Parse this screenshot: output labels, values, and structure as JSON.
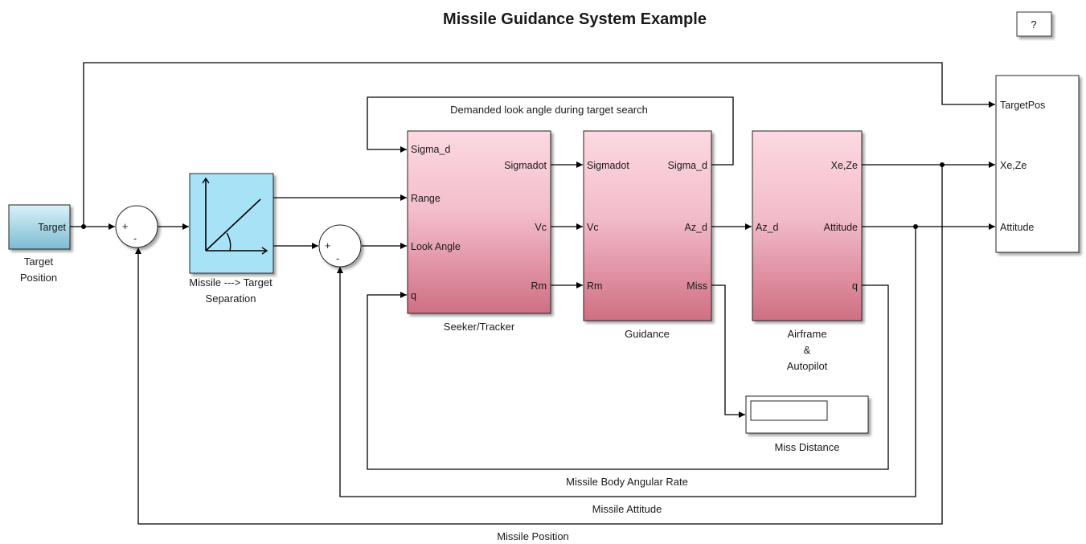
{
  "title": "Missile Guidance System Example",
  "help_button": "?",
  "colors": {
    "subsystem_top": "#fcd9e1",
    "subsystem_bottom": "#cf6f82",
    "separation_fill": "#a8e2f6",
    "target_top": "#d9f1f7",
    "target_bottom": "#7dbcd3"
  },
  "blocks": {
    "target": {
      "port_out": "Target",
      "label_1": "Target",
      "label_2": "Position"
    },
    "separation": {
      "label_1": "Missile ---> Target",
      "label_2": "Separation"
    },
    "seeker": {
      "label": "Seeker/Tracker",
      "in_sigma_d": "Sigma_d",
      "in_range": "Range",
      "in_look_angle": "Look Angle",
      "in_q": "q",
      "out_sigmadot": "Sigmadot",
      "out_vc": "Vc",
      "out_rm": "Rm"
    },
    "guidance": {
      "label": "Guidance",
      "in_sigmadot": "Sigmadot",
      "in_vc": "Vc",
      "in_rm": "Rm",
      "out_sigma_d": "Sigma_d",
      "out_az_d": "Az_d",
      "out_miss": "Miss"
    },
    "airframe": {
      "label_1": "Airframe",
      "label_2": "&",
      "label_3": "Autopilot",
      "in_az_d": "Az_d",
      "out_xeze": "Xe,Ze",
      "out_attitude": "Attitude",
      "out_q": "q"
    },
    "scope": {
      "in_targetpos": "TargetPos",
      "in_xeze": "Xe,Ze",
      "in_attitude": "Attitude"
    },
    "miss_display": {
      "label": "Miss Distance"
    },
    "sum1": {
      "plus": "+",
      "minus": "-"
    },
    "sum2": {
      "plus": "+",
      "minus": "-"
    }
  },
  "signals": {
    "demanded_look_angle": "Demanded look angle during target search",
    "body_rate": "Missile Body Angular Rate",
    "attitude": "Missile Attitude",
    "position": "Missile Position"
  }
}
